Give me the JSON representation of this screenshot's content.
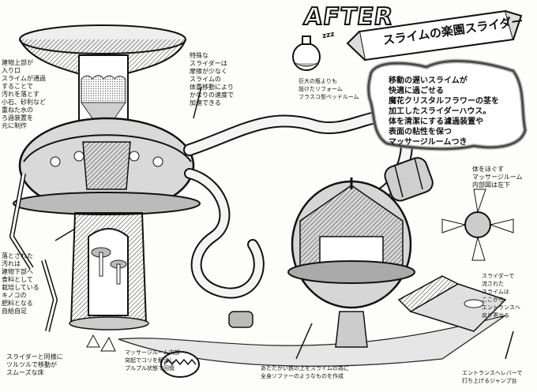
{
  "heading": "AFTER",
  "banner_title": "スライムの楽園スライダー",
  "sleep_sound": "zzz",
  "feature_box": "移動の遅いスライムが\n快適に過ごせる\n魔花クリスタルフラワーの茎を\n加工したスライダーハウス。\n体を清潔にする濾過装置や\n表面の粘性を保つ\nマッサージルームつき",
  "notes": {
    "entrance": "建物上部が\n入り口\nスライムが通過\nすることで\n汚れを落とす\n小石、砂利など\n重ねた水の\nろ過装置を\n元に制作",
    "friction": "特殊な\nスライダーは\n摩擦が少なく\nスライムの\n体重移動により\nかなりの速度で\n加速できる",
    "flask": "巨大の瓶よりも\n設けたリフォーム\nフラスコ型ベッドルーム",
    "mushroom": "落とされた\n汚れは\n建物下部へ\n食料として\n栽培している\nキノコの\n肥料となる\n自給自足",
    "water": "体をほぐす\nマッサージルーム\n内部図は左下",
    "slider_in": "スライダーで\n流された\nスライムは\nここから\nエントランスへ\n戻り寄せる",
    "sofa": "スライダーと同様に\nツルツルで移動が\nスムーズな床",
    "massage_room": "マッサージルーム内部\n突起でコリを解消し\nプルプル状態で回復",
    "bath": "あたたかい鉄の上をスライムの為に\n全身ソファーのようなものを作成",
    "exit": "エントランスへレバーで\n打ち上げるジャンプ台"
  },
  "colors": {
    "ink": "#111111",
    "paper": "#fdfdfb",
    "tone": "#bdbdbd"
  }
}
